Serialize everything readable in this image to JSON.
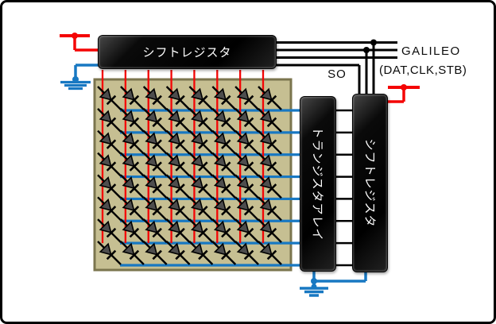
{
  "labels": {
    "top_shift_register": "シフトレジスタ",
    "transistor_array": "トランジスタアレイ",
    "right_shift_register": "シフトレジスタ",
    "serial_out": "SO",
    "galileo": "GALILEO",
    "galileo_pins": "(DAT,CLK,STB)"
  },
  "matrix": {
    "rows": 8,
    "cols": 8
  },
  "icons": {
    "power_left": "power-rail-icon",
    "power_right": "power-rail-icon",
    "ground_left": "earth-ground-icon",
    "ground_bottom": "earth-ground-icon"
  },
  "colors": {
    "column_wire": "#f40505",
    "row_wire": "#1878c2",
    "power_red": "#f40505",
    "ground_blue": "#1878c2",
    "signal_black": "#000000",
    "matrix_bg": "#c6bf92",
    "matrix_border": "#7b754e",
    "box_bg": "#0a0a0a",
    "box_text": "#ffffff",
    "led_fill": "#4d4d4d",
    "canvas_bg": "#ffffff",
    "frame": "#000000"
  }
}
